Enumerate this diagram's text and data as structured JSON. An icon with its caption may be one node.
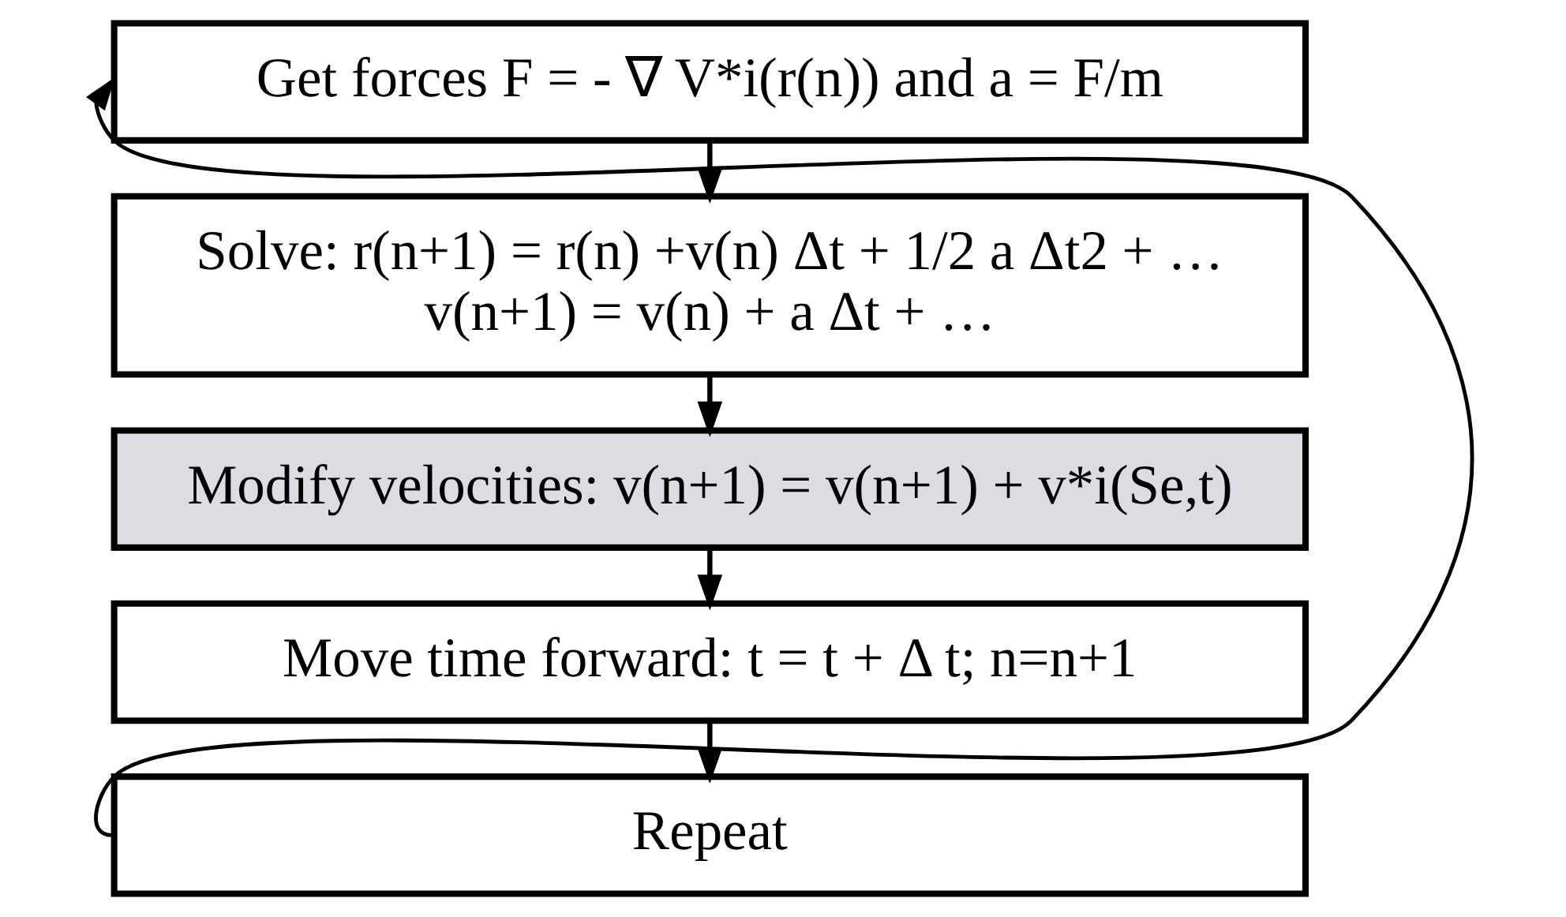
{
  "diagram": {
    "nodes": [
      {
        "text": [
          "Get forces F = - ∇ V*i(r(n)) and a = F/m"
        ]
      },
      {
        "text": [
          "Solve: r(n+1) = r(n) +v(n) Δt + 1/2 a Δt2 + … v(n+1) = v(n) + a Δt + …"
        ]
      },
      {
        "text": [
          "Modify velocities: v(n+1) = v(n+1) + v*i(Se,t)"
        ]
      },
      {
        "text": [
          "Move time forward: t = t + Δ t; n=n+1"
        ]
      },
      {
        "text": [
          "Repeat"
        ]
      }
    ],
    "edges": [
      {
        "from": 0,
        "to": 1,
        "arrow": "to"
      },
      {
        "from": 1,
        "to": 2,
        "arrow": "to"
      },
      {
        "from": 2,
        "to": 3,
        "arrow": "to"
      },
      {
        "from": 3,
        "to": 4,
        "arrow": "to"
      },
      {
        "from": 4,
        "to": 0,
        "arrow": "to"
      }
    ]
  }
}
